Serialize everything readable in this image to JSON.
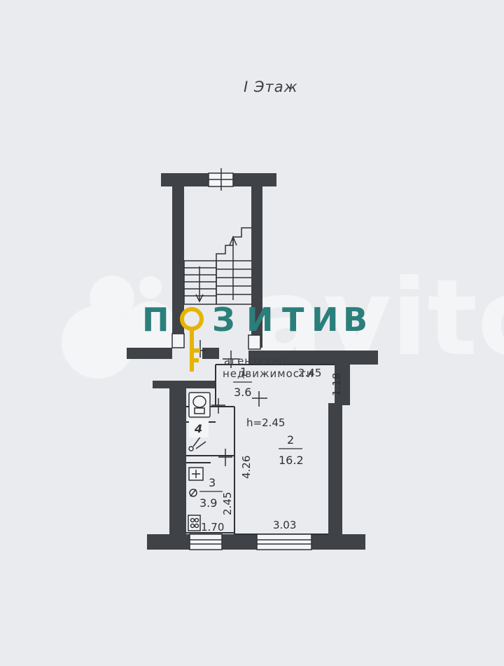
{
  "floor_title": "I Этаж",
  "rooms": [
    {
      "number": "1",
      "area": "3.6"
    },
    {
      "number": "2",
      "area": "16.2"
    },
    {
      "number": "3",
      "area": "3.9"
    },
    {
      "number": "4",
      "area": ""
    }
  ],
  "ceiling_height": "h=2.45",
  "dimensions": {
    "room2_top": "2.45",
    "room2_right": "1.18",
    "room2_left": "4.26",
    "room2_bottom": "3.03",
    "room3_height": "2.45",
    "room3_bottom": "1.70"
  },
  "watermark": {
    "brand_letters": [
      "П",
      "О",
      "З",
      "И",
      "Т",
      "И",
      "В"
    ],
    "tagline_line1": "агентство",
    "tagline_line2": "недвижимости",
    "site_watermark": "avito",
    "colors": {
      "brand": "#2b7f7b",
      "key": "#e6b400"
    }
  },
  "colors": {
    "wall": "#3f4247",
    "background": "#e9ebee",
    "line": "#2e3136"
  }
}
